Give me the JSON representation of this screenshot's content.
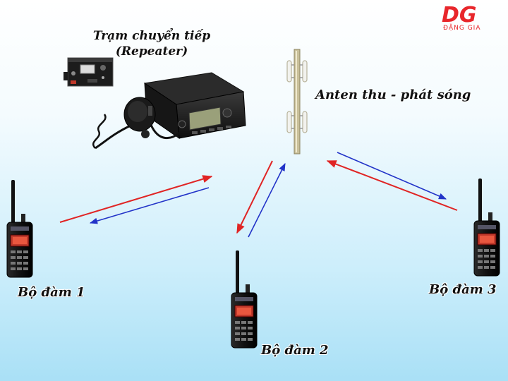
{
  "logo": {
    "mark": "DG",
    "text": "ĐẶNG GIA",
    "color": "#e8262b"
  },
  "labels": {
    "repeater_line1": "Trạm chuyển tiếp",
    "repeater_line2": "(Repeater)",
    "antenna": "Anten thu - phát sóng",
    "radio1": "Bộ đàm 1",
    "radio2": "Bộ đàm 2",
    "radio3": "Bộ đàm 3"
  },
  "colors": {
    "uplink_arrow": "#e02424",
    "downlink_arrow": "#2233c8",
    "background_top": "#ffffff",
    "background_bottom": "#a9e0f6"
  },
  "icons": {
    "repeater": "repeater-device-icon",
    "mobile_radio": "mobile-radio-icon",
    "microphone": "handheld-microphone-icon",
    "antenna": "antenna-icon",
    "walkie_talkie": "walkie-talkie-icon"
  }
}
